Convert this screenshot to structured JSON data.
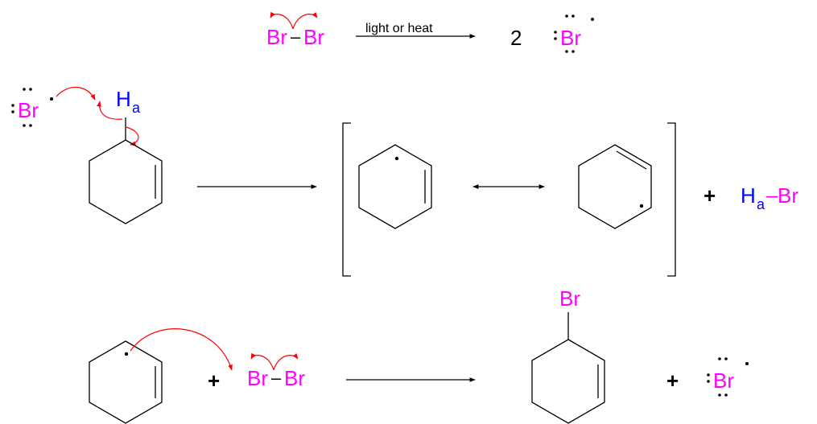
{
  "colors": {
    "bromine": "#ff00ff",
    "hydrogen": "#0000ff",
    "curved_arrow": "#ff0000",
    "bond": "#000000"
  },
  "initiation": {
    "reactant_left_br": "Br",
    "reactant_bond": "–",
    "reactant_right_br": "Br",
    "condition": "light or heat",
    "coefficient": "2",
    "product_br": "Br"
  },
  "abstraction": {
    "radical_br": "Br",
    "h_label": "H",
    "h_subscript": "a",
    "plus": "+",
    "product_h": "H",
    "product_h_subscript": "a",
    "product_bond": "–",
    "product_br": "Br"
  },
  "propagation": {
    "plus_1": "+",
    "reagent_left_br": "Br",
    "reagent_bond": "–",
    "reagent_right_br": "Br",
    "product_substituent": "Br",
    "plus_2": "+",
    "product_radical_br": "Br"
  }
}
